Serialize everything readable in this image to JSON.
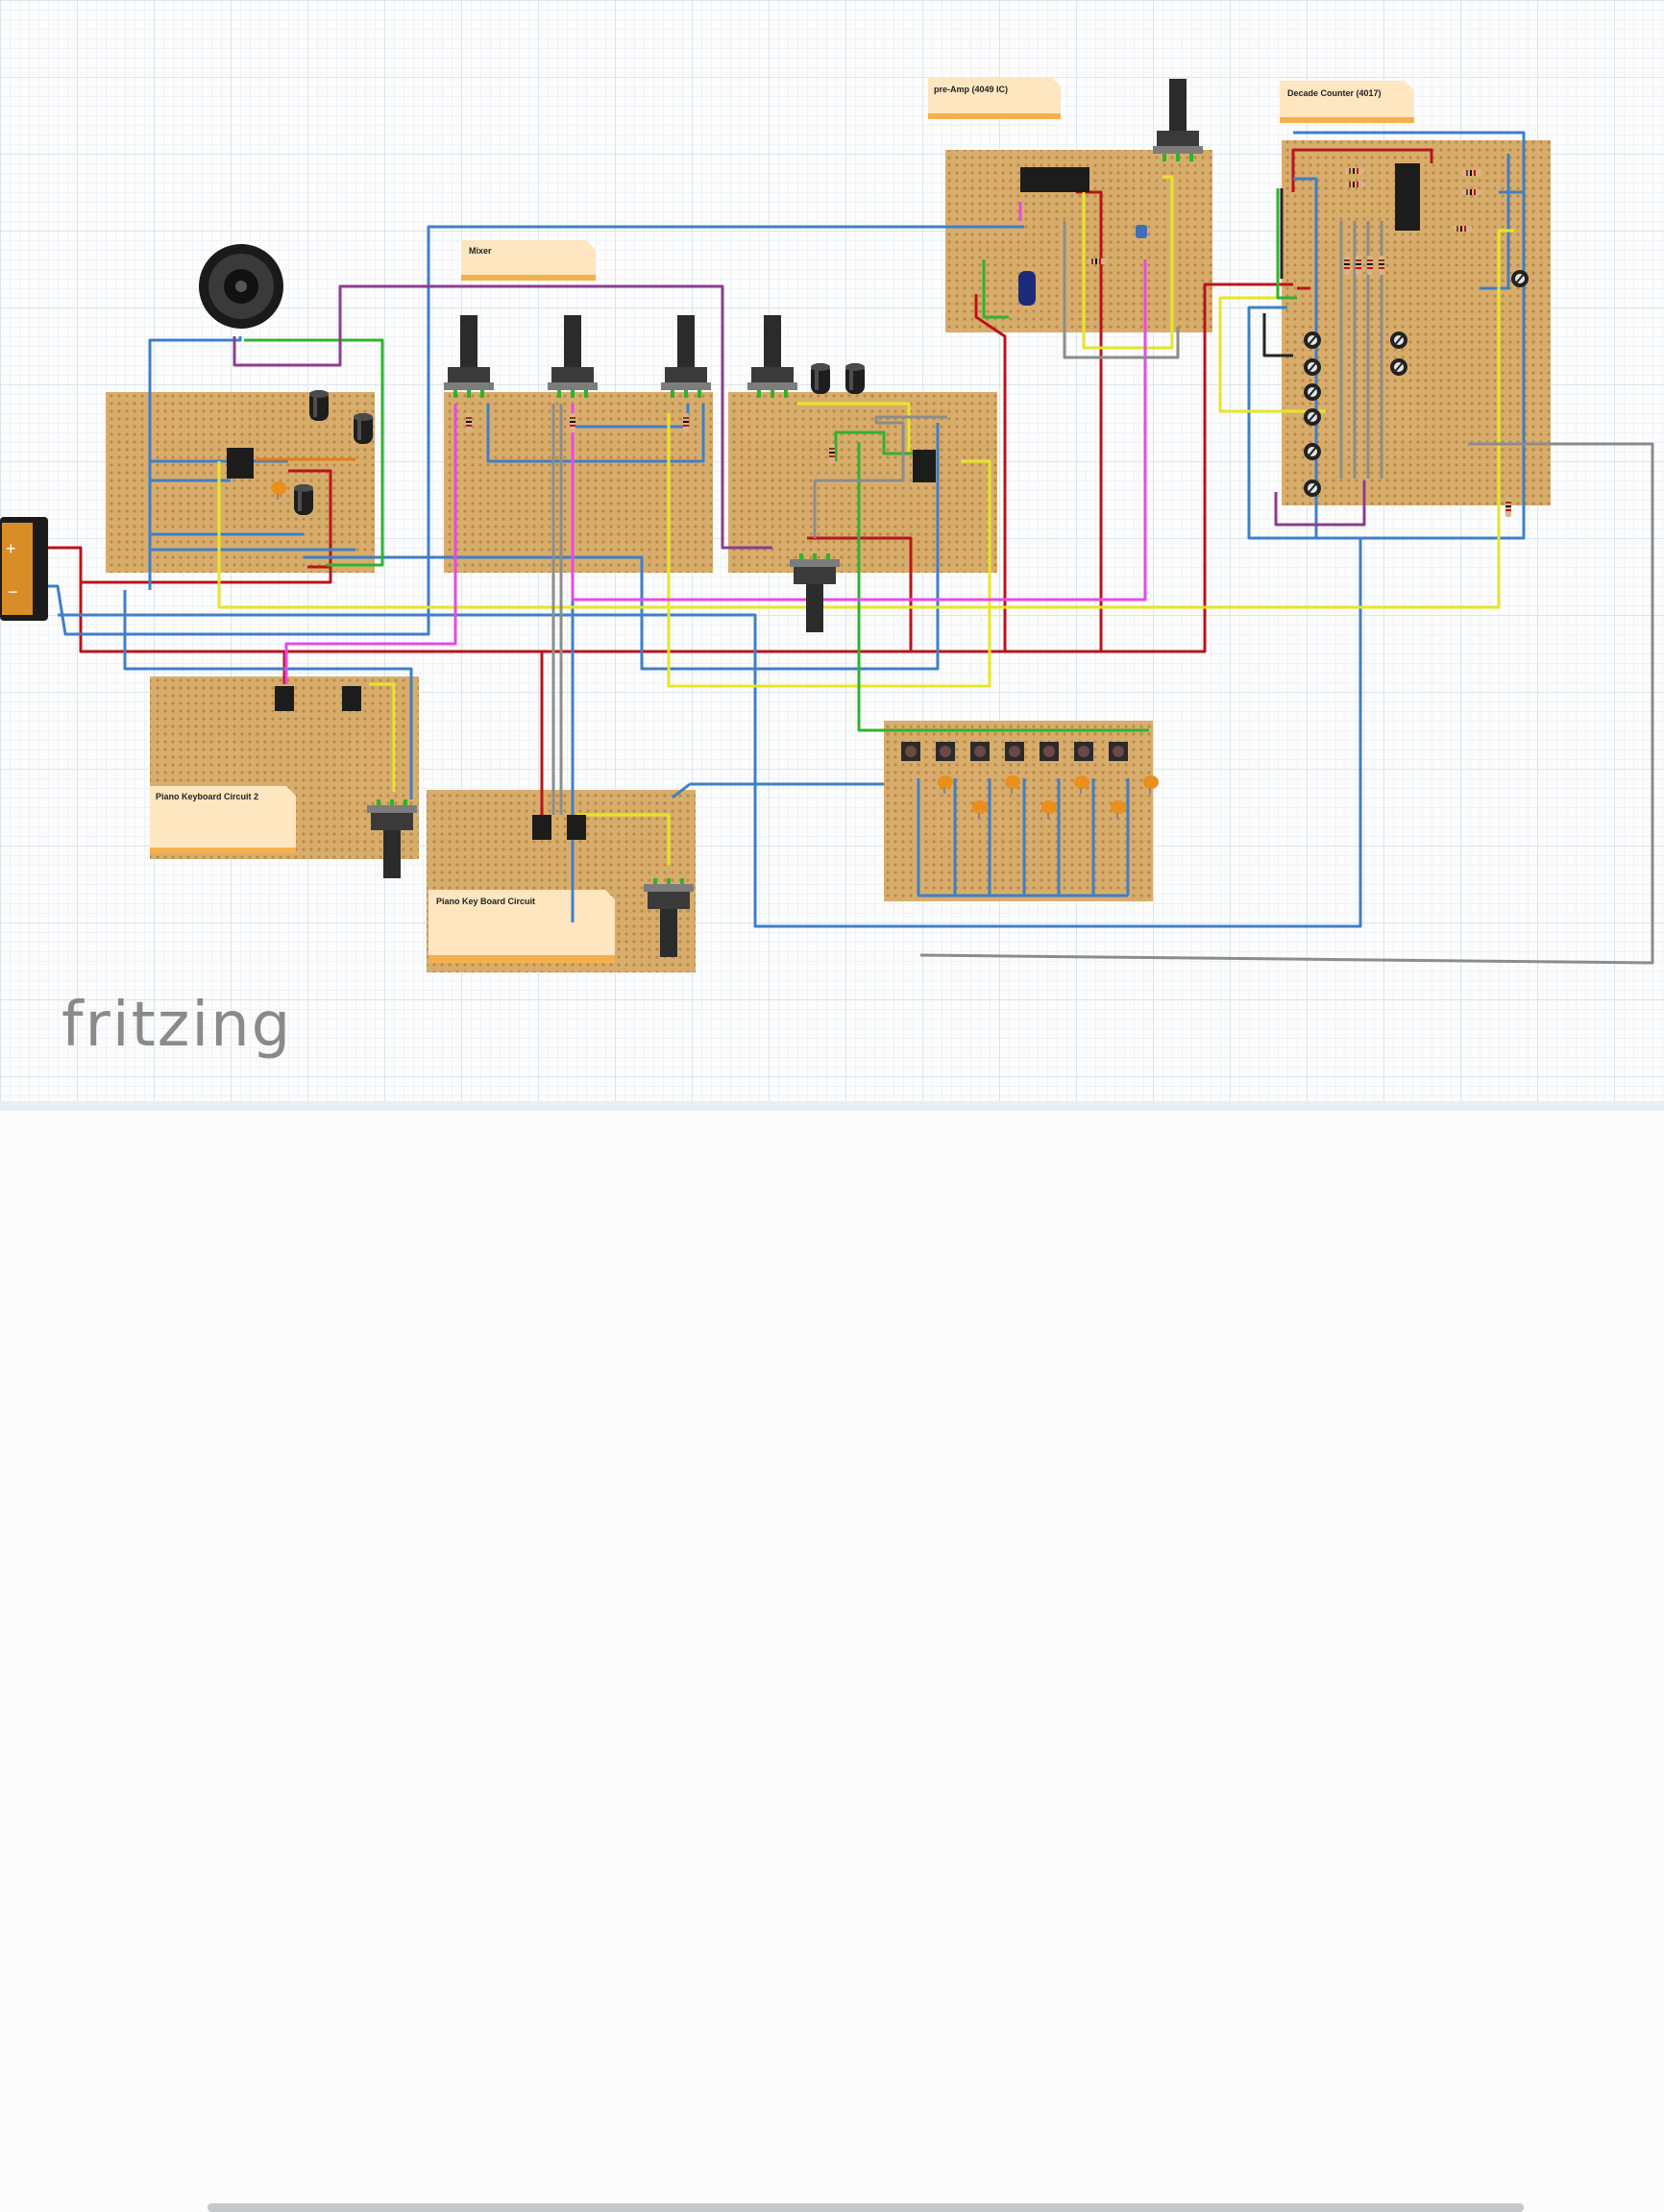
{
  "notes": {
    "mixer": "Mixer",
    "preamp": "pre-Amp (4049 IC)",
    "decade": "Decade Counter (4017)",
    "piano2": "Piano Keyboard Circuit 2",
    "piano1": "Piano Key Board Circuit"
  },
  "battery": {
    "plus": "+",
    "minus": "−"
  },
  "logo": "fritzing",
  "colors": {
    "wire_red": "#b8141b",
    "wire_blue": "#3f7fc8",
    "wire_yellow": "#e6e629",
    "wire_green": "#2fb32f",
    "wire_purple": "#8b3d8d",
    "wire_magenta": "#e64ae6",
    "wire_gray": "#8c8c8c",
    "wire_black": "#222222",
    "wire_orange": "#e27d16",
    "stripboard": "#d8ad6c",
    "note_bg": "#fde6c0",
    "note_bar": "#f4b04c"
  }
}
